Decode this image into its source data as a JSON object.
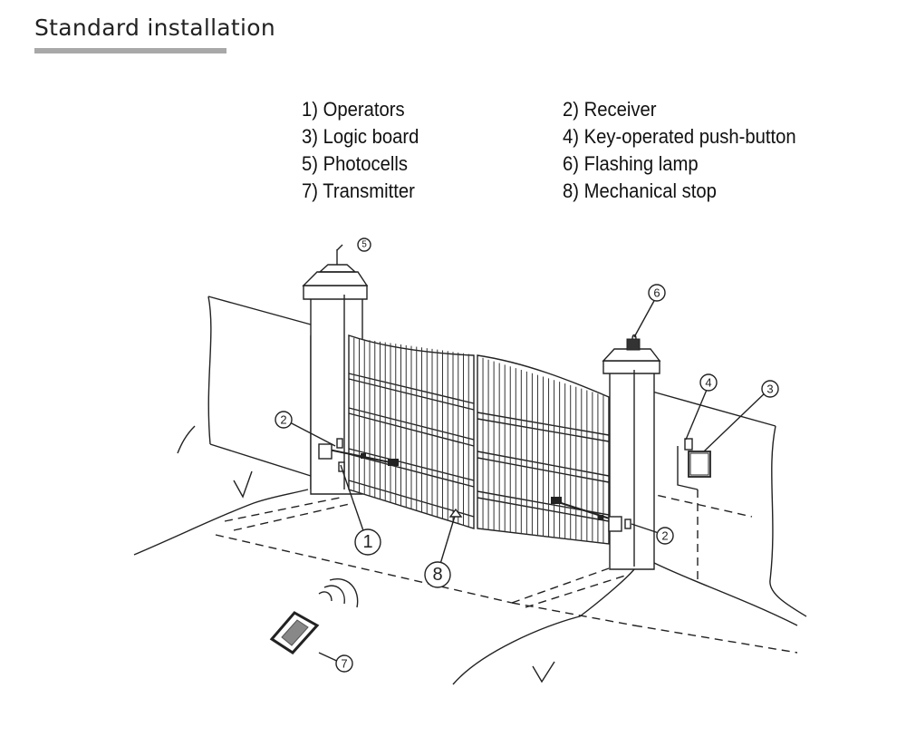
{
  "title": "Standard installation",
  "legend": {
    "left": [
      "1) Operators",
      "3) Logic board",
      "5) Photocells",
      "7) Transmitter"
    ],
    "right": [
      "2) Receiver",
      "4) Key-operated push-button",
      "6) Flashing lamp",
      "8) Mechanical stop"
    ]
  },
  "callouts": {
    "n1": "1",
    "n2a": "2",
    "n2b": "2",
    "n3": "3",
    "n4": "4",
    "n5": "5",
    "n6": "6",
    "n7": "7",
    "n8": "8"
  }
}
